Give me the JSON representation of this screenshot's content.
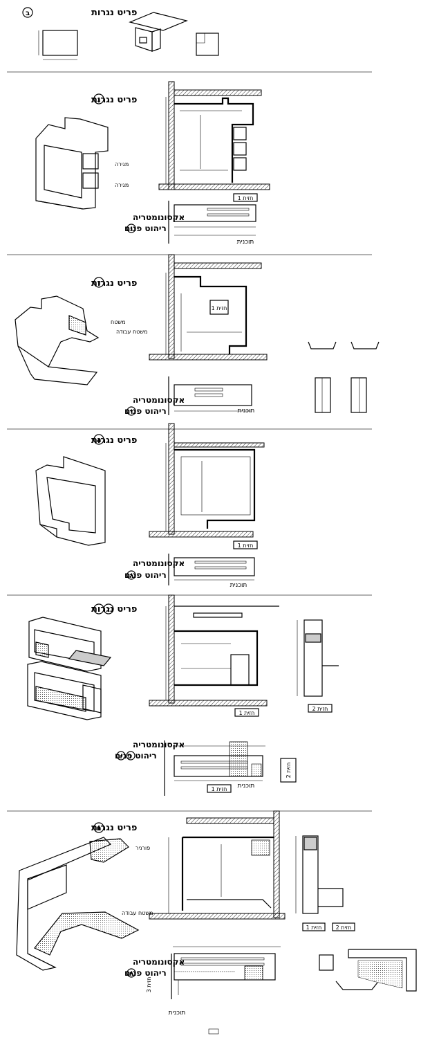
{
  "sections": [
    {
      "id": "b",
      "title": "פריט נגרות",
      "letter": "ב"
    },
    {
      "id": "g",
      "title": "פריט נגרות",
      "letter": "ג",
      "axon_line1": "אקסונומטריה",
      "axon_line2": "ריהוט פנים",
      "view_box": "חזית 1",
      "plan_label": "תוכנית"
    },
    {
      "id": "d",
      "title": "פריט נגרות",
      "letter": "ד",
      "axon_line1": "אקסונומטריה",
      "axon_line2": "ריהוט פנים",
      "view_box": "חזית 1",
      "plan_label": "תוכנית"
    },
    {
      "id": "h",
      "title": "פריט נגרות",
      "letter": "ה",
      "axon_line1": "אקסונומטריה",
      "axon_line2": "ריהוט פנים",
      "view_box": "חזית 1",
      "plan_label": "תוכנית"
    },
    {
      "id": "vz",
      "title": "פריט נגרות",
      "letter": "ו",
      "letter2": "ז",
      "axon_line1": "אקסונומטריה",
      "axon_line2": "ריהוט פנים",
      "view_box1": "חזית 1",
      "view_box2": "חזית 2",
      "plan_label": "תוכנית",
      "plan_view1": "חזית 1",
      "plan_view2": "חזית 2"
    },
    {
      "id": "ch",
      "title": "פריט נגרות",
      "letter": "ח",
      "axon_line1": "אקסונומטריה",
      "axon_line2": "ריהוט פנים",
      "view_box1": "חזית 1",
      "view_box2": "חזית 2",
      "plan_label": "תוכנית",
      "detail_label": "חזית 3"
    }
  ]
}
